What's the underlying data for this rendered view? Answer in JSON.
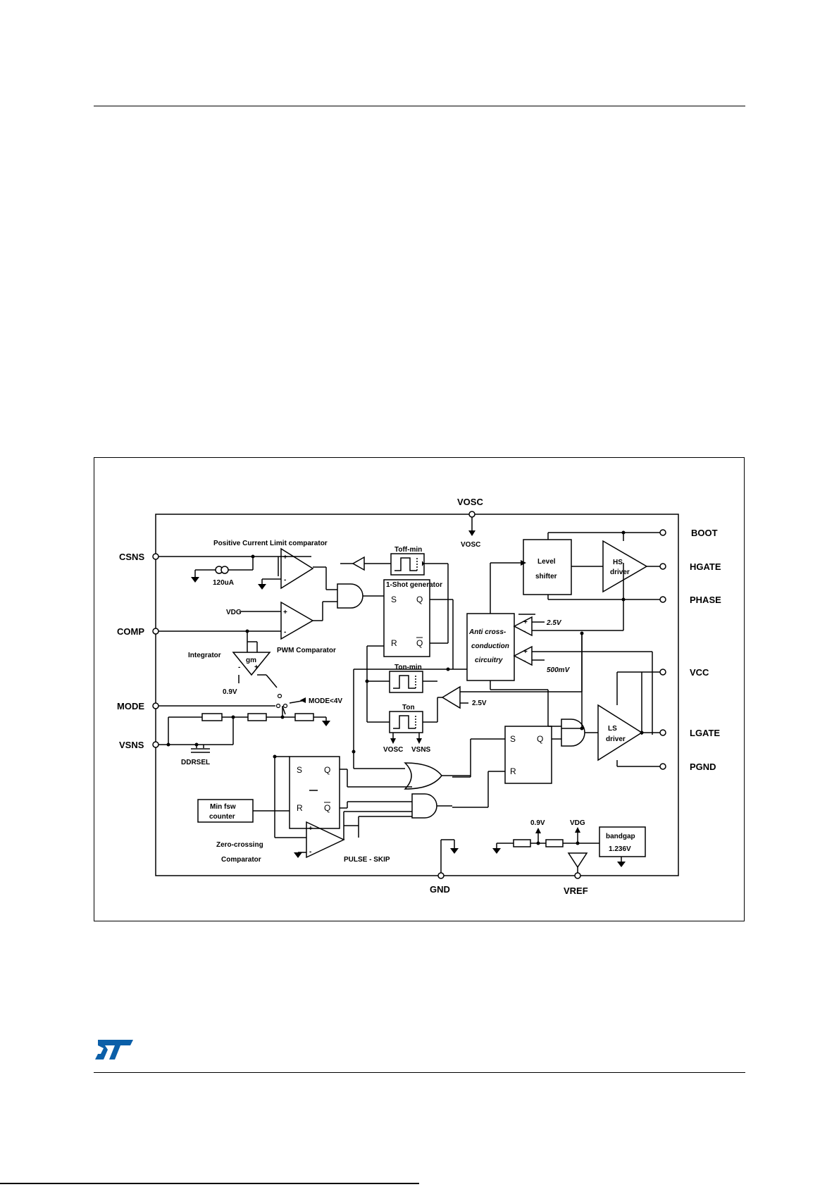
{
  "pins": {
    "csns": "CSNS",
    "comp": "COMP",
    "mode": "MODE",
    "vsns": "VSNS",
    "boot": "BOOT",
    "hgate": "HGATE",
    "phase": "PHASE",
    "vcc": "VCC",
    "lgate": "LGATE",
    "pgnd": "PGND",
    "vosc": "VOSC",
    "gnd": "GND",
    "vref": "VREF"
  },
  "labels": {
    "vosc_internal": "VOSC",
    "pos_current_limit": "Positive Current Limit comparator",
    "current_source": "120uA",
    "vdg_in": "VDG",
    "pwm_comparator": "PWM Comparator",
    "integrator": "Integrator",
    "gm": "gm",
    "v09_integrator": "0.9V",
    "mode_switch": "MODE<4V",
    "ddrsel": "DDRSEL",
    "toff_min": "Toff-min",
    "one_shot": "1-Shot generator",
    "ton_min": "Ton-min",
    "ton": "Ton",
    "ton_vosc": "VOSC",
    "ton_vsns": "VSNS",
    "v25_ton": "2.5V",
    "anti_cross_1": "Anti cross-",
    "anti_cross_2": "conduction",
    "anti_cross_3": "circuitry",
    "v25_ac": "2.5V",
    "mv500": "500mV",
    "level_1": "Level",
    "level_2": "shifter",
    "hs_1": "HS",
    "hs_2": "driver",
    "ls_1": "LS",
    "ls_2": "driver",
    "min_fsw_1": "Min fsw",
    "min_fsw_2": "counter",
    "zero_cross_1": "Zero-crossing",
    "zero_cross_2": "Comparator",
    "pulse_skip": "PULSE - SKIP",
    "v09_ref": "0.9V",
    "vdg_ref": "VDG",
    "bandgap_1": "bandgap",
    "bandgap_2": "1.236V"
  },
  "sr_latch": {
    "s": "S",
    "r": "R",
    "q": "Q",
    "qbar": "Q"
  },
  "comparator_signs": {
    "plus": "+",
    "minus": "-"
  },
  "colors": {
    "line": "#000000",
    "logo": "#0b5fa8"
  },
  "logo": {
    "text": "ST"
  }
}
